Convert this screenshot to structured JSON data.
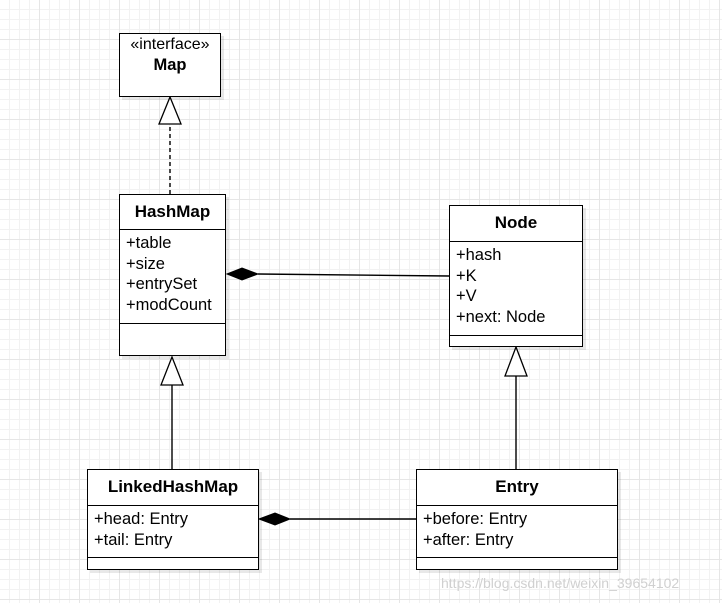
{
  "classes": {
    "map": {
      "stereotype": "«interface»",
      "name": "Map"
    },
    "hashmap": {
      "name": "HashMap",
      "attributes": [
        "+table",
        "+size",
        "+entrySet",
        "+modCount"
      ]
    },
    "node": {
      "name": "Node",
      "attributes": [
        "+hash",
        "+K",
        "+V",
        "+next: Node"
      ]
    },
    "linkedhashmap": {
      "name": "LinkedHashMap",
      "attributes": [
        "+head: Entry",
        "+tail: Entry"
      ]
    },
    "entry": {
      "name": "Entry",
      "attributes": [
        "+before: Entry",
        "+after: Entry"
      ]
    }
  },
  "relationships": [
    {
      "type": "realization",
      "from": "HashMap",
      "to": "Map"
    },
    {
      "type": "composition",
      "from": "HashMap",
      "to": "Node"
    },
    {
      "type": "generalization",
      "from": "LinkedHashMap",
      "to": "HashMap"
    },
    {
      "type": "generalization",
      "from": "Entry",
      "to": "Node"
    },
    {
      "type": "composition",
      "from": "LinkedHashMap",
      "to": "Entry"
    }
  ],
  "watermark": "https://blog.csdn.net/weixin_39654102",
  "colors": {
    "stroke": "#000000",
    "fill": "#ffffff",
    "grid": "#e6e6e6",
    "watermark": "#d0d0d0"
  }
}
